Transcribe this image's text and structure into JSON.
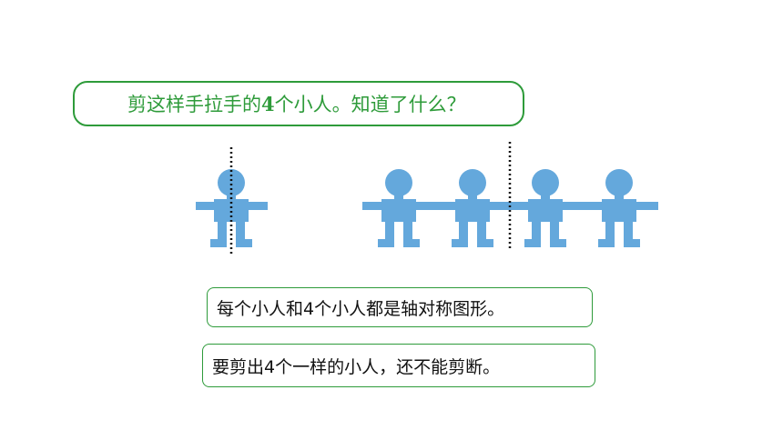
{
  "question": {
    "before": "剪这样手拉手的",
    "number": "4",
    "after": "个小人。知道了什么？"
  },
  "answers": [
    "每个小人和4个小人都是轴对称图形。",
    "要剪出4个一样的小人，还不能剪断。"
  ],
  "colors": {
    "figure": "#64a8dc",
    "accent": "#2e9b3a",
    "axis": "#111111"
  }
}
